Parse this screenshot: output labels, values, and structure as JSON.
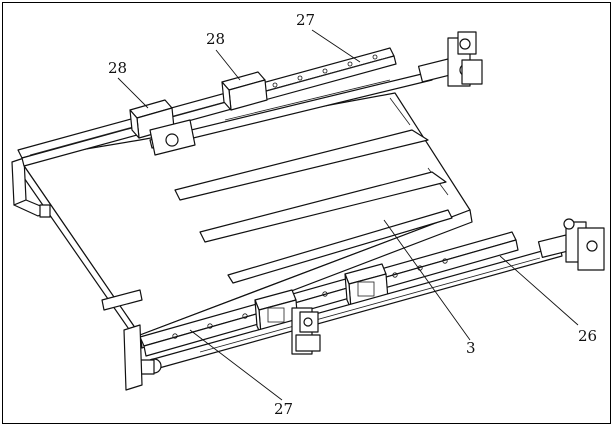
{
  "labels": [
    {
      "id": "label-27-top",
      "text": "27"
    },
    {
      "id": "label-28-left",
      "text": "28"
    },
    {
      "id": "label-28-center",
      "text": "28"
    },
    {
      "id": "label-3",
      "text": "3"
    },
    {
      "id": "label-26",
      "text": "26"
    },
    {
      "id": "label-27-bottom",
      "text": "27"
    }
  ]
}
